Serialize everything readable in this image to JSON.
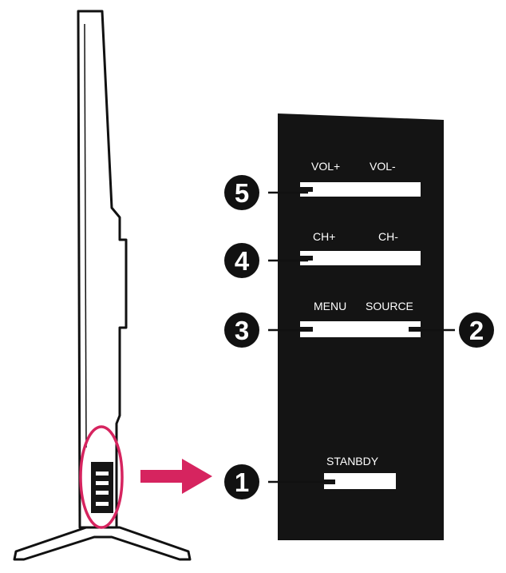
{
  "labels": {
    "vol_plus": "VOL+",
    "vol_minus": "VOL-",
    "ch_plus": "CH+",
    "ch_minus": "CH-",
    "menu": "MENU",
    "source": "SOURCE",
    "standby": "STANBDY"
  },
  "callouts": {
    "n1": "1",
    "n2": "2",
    "n3": "3",
    "n4": "4",
    "n5": "5"
  },
  "colors": {
    "panel": "#141414",
    "ink": "#111111",
    "highlight": "#d6245f",
    "button": "#ffffff"
  }
}
